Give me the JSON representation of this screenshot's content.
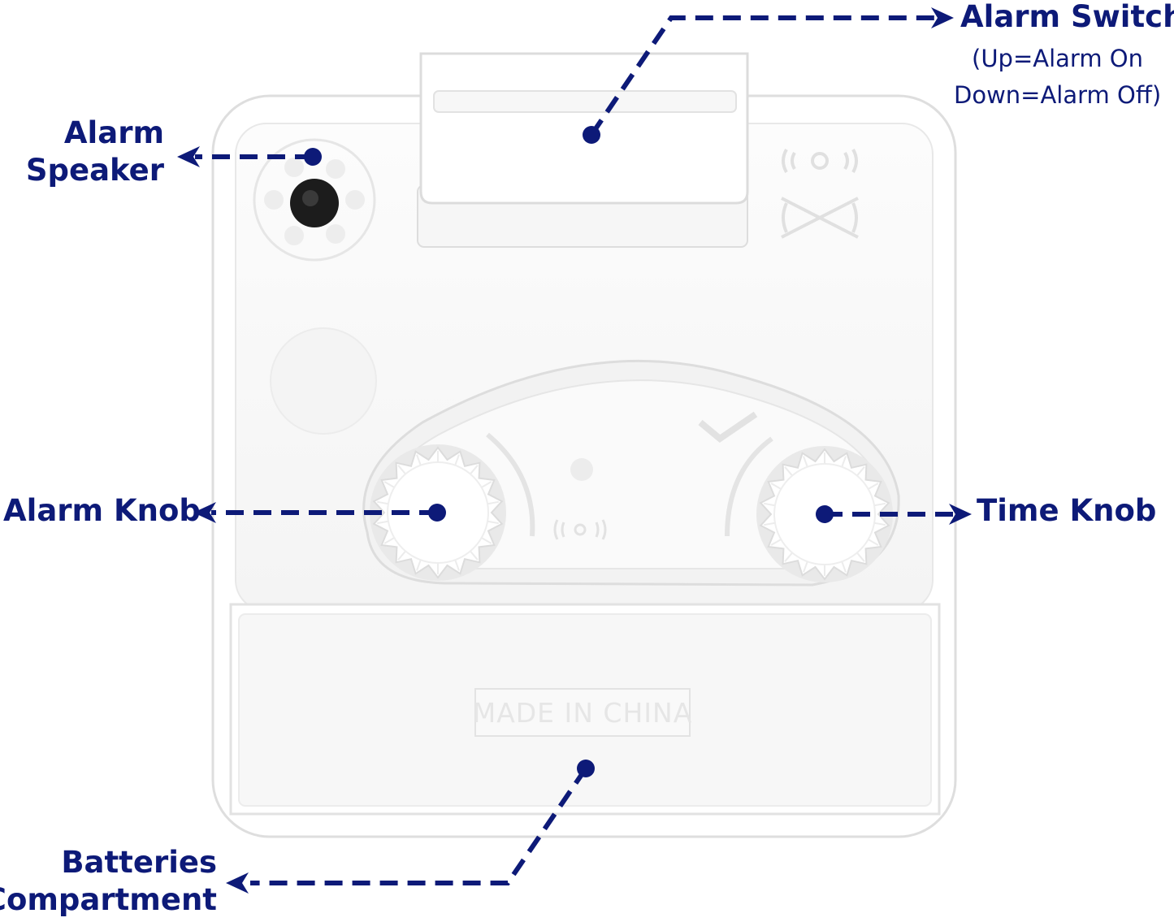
{
  "labels": {
    "alarm_switch": "Alarm Switch",
    "alarm_switch_up": "(Up=Alarm On",
    "alarm_switch_down": "Down=Alarm Off)",
    "alarm_speaker_1": "Alarm",
    "alarm_speaker_2": "Speaker",
    "alarm_knob": "Alarm Knob",
    "time_knob": "Time Knob",
    "batteries_1": "Batteries",
    "batteries_2": "Compartment"
  },
  "device": {
    "stamp": "MADE IN CHINA"
  },
  "colors": {
    "callout": "#0d1a78",
    "body": "#ffffff",
    "outline": "#e2e2e2"
  },
  "icons": [
    "speaker-grille-icon",
    "alarm-on-icon",
    "alarm-off-icon",
    "bell-icon",
    "check-icon",
    "knob-icon"
  ]
}
